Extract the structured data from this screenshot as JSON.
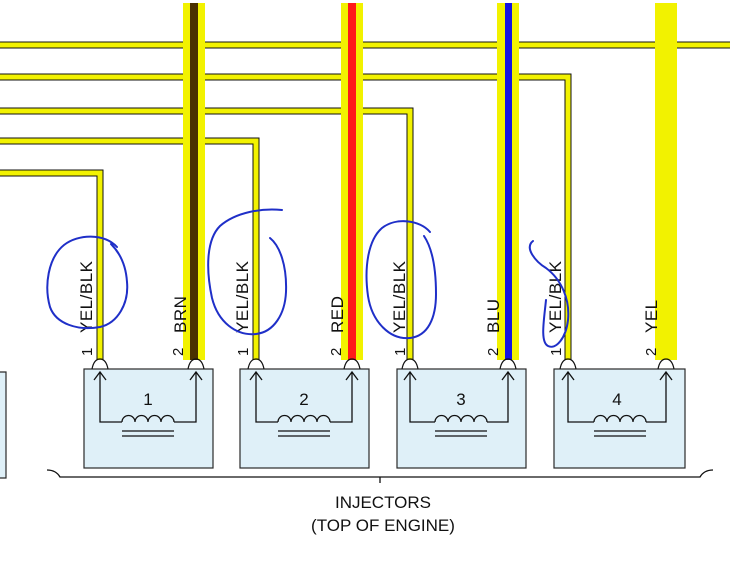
{
  "colors": {
    "yellow": "#f2f200",
    "brown": "#4a3000",
    "red": "#ff1a1a",
    "blue": "#1414e0",
    "black": "#111111",
    "box_fill": "#dff0f8",
    "box_stroke": "#2a2a2a",
    "annotation": "#1f2fc8"
  },
  "injectors": [
    {
      "number": "1",
      "pin1_label": "1",
      "pin2_label": "2",
      "signal_wire": "YEL/BLK",
      "power_wire": "BRN",
      "power_color": "brown"
    },
    {
      "number": "2",
      "pin1_label": "1",
      "pin2_label": "2",
      "signal_wire": "YEL/BLK",
      "power_wire": "RED",
      "power_color": "red"
    },
    {
      "number": "3",
      "pin1_label": "1",
      "pin2_label": "2",
      "signal_wire": "YEL/BLK",
      "power_wire": "BLU",
      "power_color": "blue"
    },
    {
      "number": "4",
      "pin1_label": "1",
      "pin2_label": "2",
      "signal_wire": "YEL/BLK",
      "power_wire": "YEL",
      "power_color": "yellow"
    }
  ],
  "caption": {
    "line1": "INJECTORS",
    "line2": "(TOP OF ENGINE)"
  }
}
